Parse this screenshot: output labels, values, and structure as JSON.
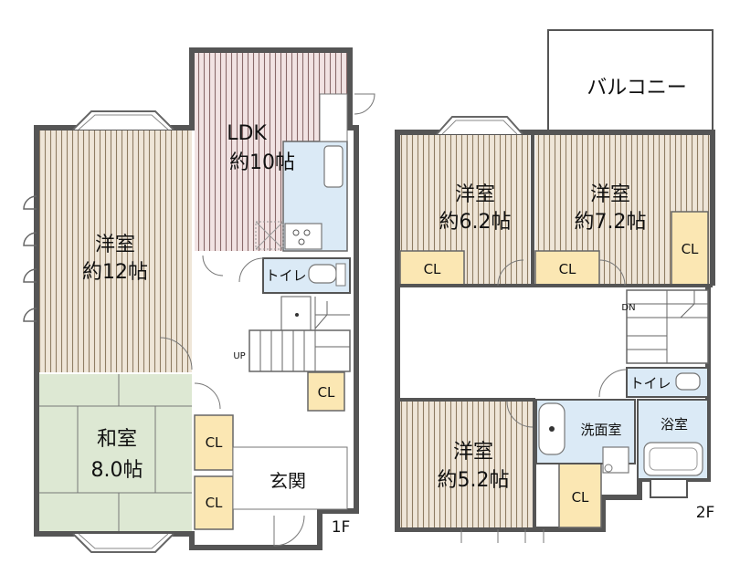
{
  "floors": {
    "first": {
      "label": "1F",
      "rooms": {
        "western_12": {
          "name": "洋室",
          "size": "約12帖"
        },
        "ldk": {
          "name": "LDK",
          "size": "約10帖"
        },
        "washitsu": {
          "name": "和室",
          "size": "8.0帖"
        },
        "genkan": {
          "name": "玄関"
        },
        "toilet": {
          "name": "トイレ"
        },
        "stairs_up": {
          "name": "UP"
        },
        "closets": [
          "CL",
          "CL",
          "CL"
        ]
      }
    },
    "second": {
      "label": "2F",
      "rooms": {
        "balcony": {
          "name": "バルコニー"
        },
        "western_62": {
          "name": "洋室",
          "size": "約6.2帖"
        },
        "western_72": {
          "name": "洋室",
          "size": "約7.2帖"
        },
        "western_52": {
          "name": "洋室",
          "size": "約5.2帖"
        },
        "washroom": {
          "name": "洗面室"
        },
        "bath": {
          "name": "浴室"
        },
        "toilet": {
          "name": "トイレ"
        },
        "stairs_down": {
          "name": "DN"
        },
        "closets": [
          "CL",
          "CL",
          "CL",
          "CL"
        ]
      }
    }
  },
  "colors": {
    "wall": "#555555",
    "western_floor": "#efe6d8",
    "western_stripe": "#8f7d63",
    "ldk_floor": "#f2e3e3",
    "ldk_stripe": "#8a6a6a",
    "tatami": "#dde8d3",
    "closet": "#fbe7b3",
    "wet_area": "#dbeaf6"
  }
}
